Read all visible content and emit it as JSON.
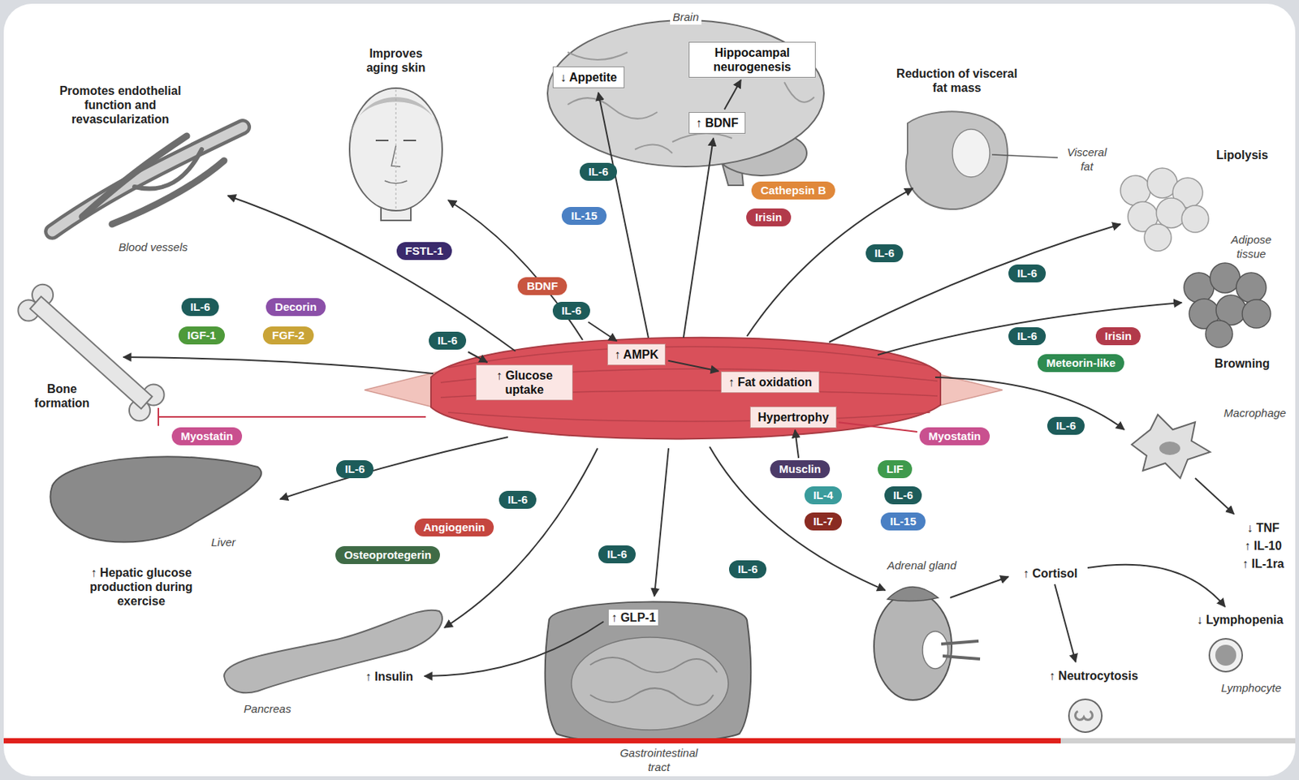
{
  "diagram": {
    "nodes": [
      {
        "text": [
          "Hippocampal neurogenesis"
        ]
      },
      {
        "text": [
          "↓ Appetite"
        ]
      },
      {
        "text": [
          "↑ BDNF"
        ]
      },
      {
        "text": [
          "IL-6"
        ]
      },
      {
        "text": [
          "IL-15"
        ]
      },
      {
        "text": [
          "Cathepsin B"
        ]
      },
      {
        "text": [
          "Irisin"
        ]
      },
      {
        "text": [
          "FSTL-1"
        ]
      },
      {
        "text": [
          "BDNF"
        ]
      },
      {
        "text": [
          "IL-6"
        ]
      },
      {
        "text": [
          "IL-6"
        ]
      },
      {
        "text": [
          "IL-6"
        ]
      },
      {
        "text": [
          "IL-6"
        ]
      },
      {
        "text": [
          "Decorin"
        ]
      },
      {
        "text": [
          "IGF-1"
        ]
      },
      {
        "text": [
          "FGF-2"
        ]
      },
      {
        "text": [
          "IL-6"
        ]
      },
      {
        "text": [
          "IL-6"
        ]
      },
      {
        "text": [
          "Irisin"
        ]
      },
      {
        "text": [
          "Meteorin-like"
        ]
      },
      {
        "text": [
          "↑ AMPK"
        ]
      },
      {
        "text": [
          "↑ Glucose uptake"
        ]
      },
      {
        "text": [
          "↑ Fat oxidation"
        ]
      },
      {
        "text": [
          "Hypertrophy"
        ]
      },
      {
        "text": [
          "Myostatin"
        ]
      },
      {
        "text": [
          "Myostatin"
        ]
      },
      {
        "text": [
          "IL-6"
        ]
      },
      {
        "text": [
          "IL-6"
        ]
      },
      {
        "text": [
          "Musclin"
        ]
      },
      {
        "text": [
          "LIF"
        ]
      },
      {
        "text": [
          "IL-4"
        ]
      },
      {
        "text": [
          "IL-6"
        ]
      },
      {
        "text": [
          "IL-7"
        ]
      },
      {
        "text": [
          "IL-15"
        ]
      },
      {
        "text": [
          "IL-6"
        ]
      },
      {
        "text": [
          "Angiogenin"
        ]
      },
      {
        "text": [
          "Osteoprotegerin"
        ]
      },
      {
        "text": [
          "IL-6"
        ]
      },
      {
        "text": [
          "IL-6"
        ]
      }
    ],
    "edges": [
      {
        "from": 2,
        "to": 0,
        "arrow": "to"
      },
      {
        "from": 9,
        "to": 20,
        "arrow": "to"
      },
      {
        "from": 16,
        "to": 21,
        "arrow": "to"
      },
      {
        "from": 20,
        "to": 22,
        "arrow": "to"
      },
      {
        "from": 28,
        "to": 23,
        "arrow": "to"
      },
      {
        "from": 25,
        "to": 23,
        "arrow": "none"
      }
    ],
    "labels": [
      "Brain",
      "Improves aging skin",
      "Promotes endothelial function and revascularization",
      "Blood vessels",
      "Reduction of visceral fat mass",
      "Visceral fat",
      "Lipolysis",
      "Adipose tissue",
      "Browning",
      "Macrophage",
      "↓ TNF",
      "↑ IL-10",
      "↑ IL-1ra",
      "Bone formation",
      "Liver",
      "↑ Hepatic glucose production during exercise",
      "Pancreas",
      "↑ Insulin",
      "↑ GLP-1",
      "Gastrointestinal tract",
      "Adrenal gland",
      "↑ Cortisol",
      "↑ Neutrocytosis",
      "↓ Lymphopenia",
      "Lymphocyte"
    ]
  }
}
